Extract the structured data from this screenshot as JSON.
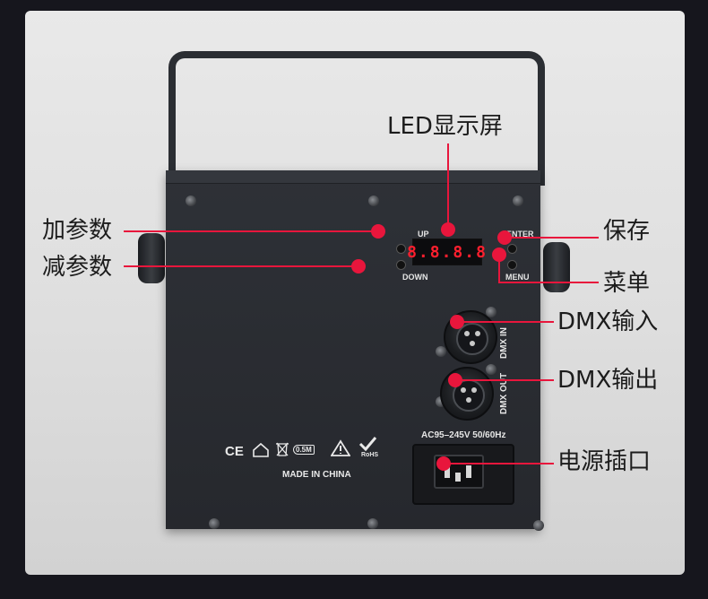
{
  "colors": {
    "accent": "#e8163c",
    "panel": "#2a2d32"
  },
  "led_display": {
    "value": "8.8.8.8"
  },
  "panel": {
    "up": "UP",
    "down": "DOWN",
    "enter": "ENTER",
    "menu": "MENU",
    "dmx_in": "DMX IN",
    "dmx_out": "DMX OUT",
    "voltage": "AC95–245V 50/60Hz",
    "made_in": "MADE IN CHINA",
    "cert_ce": "CE",
    "cert_rohs": "RoHS",
    "cert_power": "0.5M"
  },
  "callouts": {
    "led_screen": "LED显示屏",
    "increase": "加参数",
    "decrease": "减参数",
    "save": "保存",
    "menu": "菜单",
    "dmx_input": "DMX输入",
    "dmx_output": "DMX输出",
    "power_socket": "电源插口"
  }
}
